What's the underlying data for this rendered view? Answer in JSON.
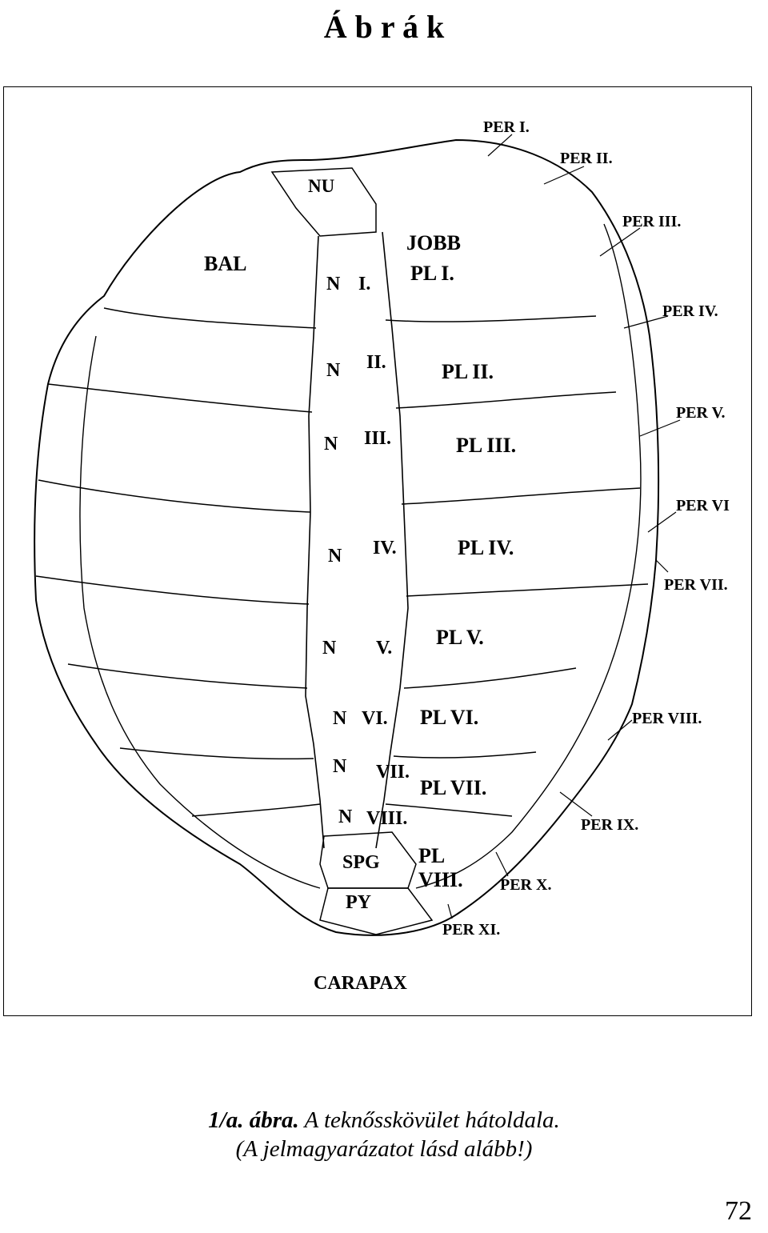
{
  "page": {
    "title": "Á b r á k",
    "page_number": "72"
  },
  "figure": {
    "caption_title": "CARAPAX",
    "side_labels": {
      "left": "BAL",
      "right_top": "JOBB"
    },
    "nuchal": "NU",
    "neurals": [
      "N",
      "I.",
      "N",
      "II.",
      "N",
      "III.",
      "N",
      "IV.",
      "N",
      "V.",
      "N",
      "VI.",
      "N",
      "VII.",
      "N",
      "VIII."
    ],
    "pleurals": [
      "PL I.",
      "PL II.",
      "PL III.",
      "PL IV.",
      "PL V.",
      "PL VI.",
      "PL VII.",
      "PL",
      "VIII."
    ],
    "suprapygal": "SPG",
    "pygal": "PY",
    "peripherals": [
      "PER I.",
      "PER II.",
      "PER III.",
      "PER IV.",
      "PER V.",
      "PER VI",
      "PER VII.",
      "PER VIII.",
      "PER IX.",
      "PER X.",
      "PER XI."
    ]
  },
  "caption": {
    "number": "1/a. ábra.",
    "line1_rest": " A  teknősskövület hátoldala.",
    "line2": "(A jelmagyarázatot lásd alább!)"
  }
}
